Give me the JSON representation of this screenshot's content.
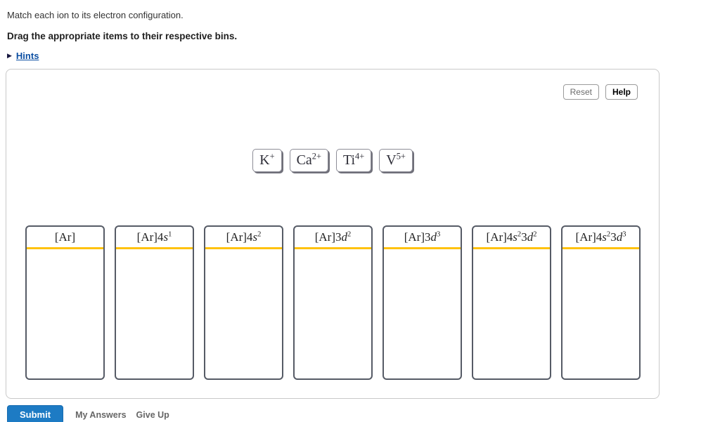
{
  "instructions": {
    "line1": "Match each ion to its electron configuration.",
    "line2": "Drag the appropriate items to their respective bins."
  },
  "hints": {
    "arrow_icon": "▶",
    "label": "Hints"
  },
  "toolbar": {
    "reset_label": "Reset",
    "help_label": "Help"
  },
  "drag_items": [
    {
      "id": "k-plus",
      "base": "K",
      "charge": "+"
    },
    {
      "id": "ca-2plus",
      "base": "Ca",
      "charge": "2+"
    },
    {
      "id": "ti-4plus",
      "base": "Ti",
      "charge": "4+"
    },
    {
      "id": "v-5plus",
      "base": "V",
      "charge": "5+"
    }
  ],
  "bins": [
    {
      "id": "ar",
      "label_parts": [
        {
          "text": "[Ar]"
        }
      ]
    },
    {
      "id": "ar-4s1",
      "label_parts": [
        {
          "text": "[Ar]4"
        },
        {
          "text": "s",
          "italic": true
        },
        {
          "text": "1",
          "sup": true
        }
      ]
    },
    {
      "id": "ar-4s2",
      "label_parts": [
        {
          "text": "[Ar]4"
        },
        {
          "text": "s",
          "italic": true
        },
        {
          "text": "2",
          "sup": true
        }
      ]
    },
    {
      "id": "ar-3d2",
      "label_parts": [
        {
          "text": "[Ar]3"
        },
        {
          "text": "d",
          "italic": true
        },
        {
          "text": "2",
          "sup": true
        }
      ]
    },
    {
      "id": "ar-3d3",
      "label_parts": [
        {
          "text": "[Ar]3"
        },
        {
          "text": "d",
          "italic": true
        },
        {
          "text": "3",
          "sup": true
        }
      ]
    },
    {
      "id": "ar-4s23d2",
      "label_parts": [
        {
          "text": "[Ar]4"
        },
        {
          "text": "s",
          "italic": true
        },
        {
          "text": "2",
          "sup": true
        },
        {
          "text": "3"
        },
        {
          "text": "d",
          "italic": true
        },
        {
          "text": "2",
          "sup": true
        }
      ]
    },
    {
      "id": "ar-4s23d3",
      "label_parts": [
        {
          "text": "[Ar]4"
        },
        {
          "text": "s",
          "italic": true
        },
        {
          "text": "2",
          "sup": true
        },
        {
          "text": "3"
        },
        {
          "text": "d",
          "italic": true
        },
        {
          "text": "3",
          "sup": true
        }
      ]
    }
  ],
  "footer": {
    "submit_label": "Submit",
    "my_answers_label": "My Answers",
    "give_up_label": "Give Up"
  },
  "colors": {
    "bin_accent_yellow": "#ffc20e",
    "submit_blue": "#1d7bc4",
    "hints_link_blue": "#0b4ea2",
    "bin_border": "#565b66"
  }
}
